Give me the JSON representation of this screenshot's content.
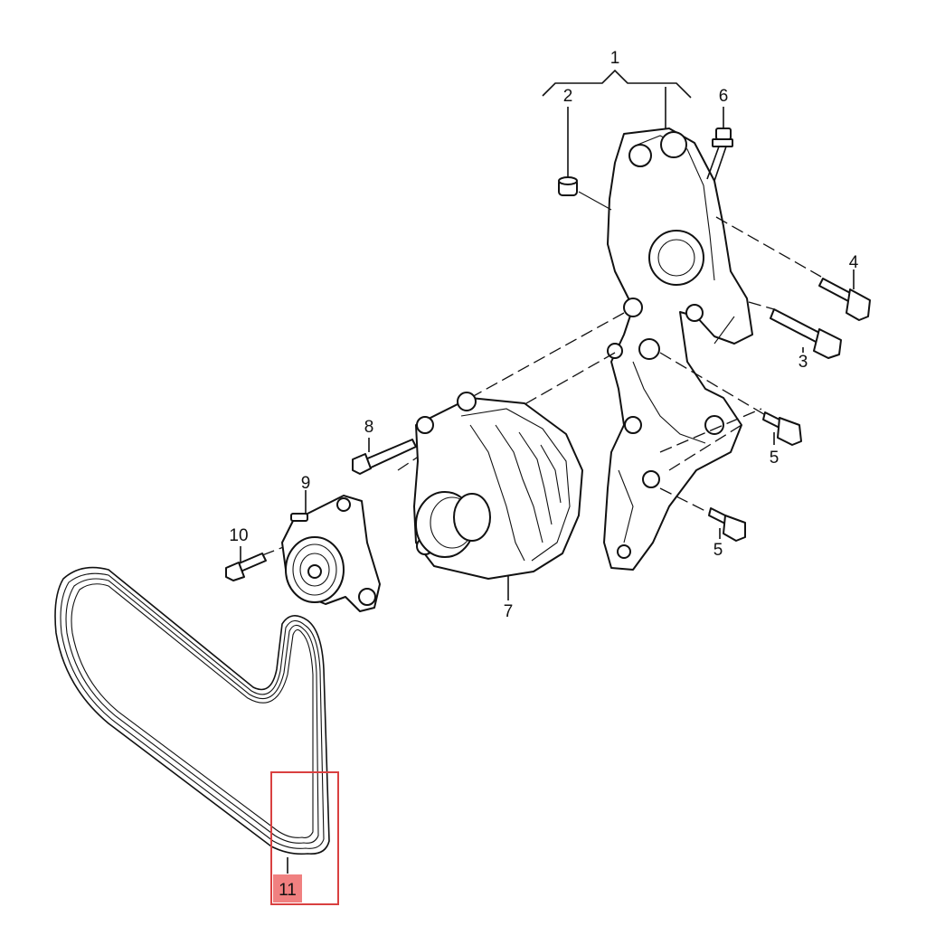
{
  "diagram": {
    "callouts": [
      {
        "id": "1",
        "label": "1"
      },
      {
        "id": "2",
        "label": "2"
      },
      {
        "id": "3",
        "label": "3"
      },
      {
        "id": "4",
        "label": "4"
      },
      {
        "id": "5a",
        "label": "5"
      },
      {
        "id": "5b",
        "label": "5"
      },
      {
        "id": "6",
        "label": "6"
      },
      {
        "id": "7",
        "label": "7"
      },
      {
        "id": "8",
        "label": "8"
      },
      {
        "id": "9",
        "label": "9"
      },
      {
        "id": "10",
        "label": "10"
      },
      {
        "id": "11",
        "label": "11"
      }
    ],
    "highlight": {
      "label": "11",
      "fill_color": "#f08080",
      "border_color": "#d94040"
    }
  }
}
